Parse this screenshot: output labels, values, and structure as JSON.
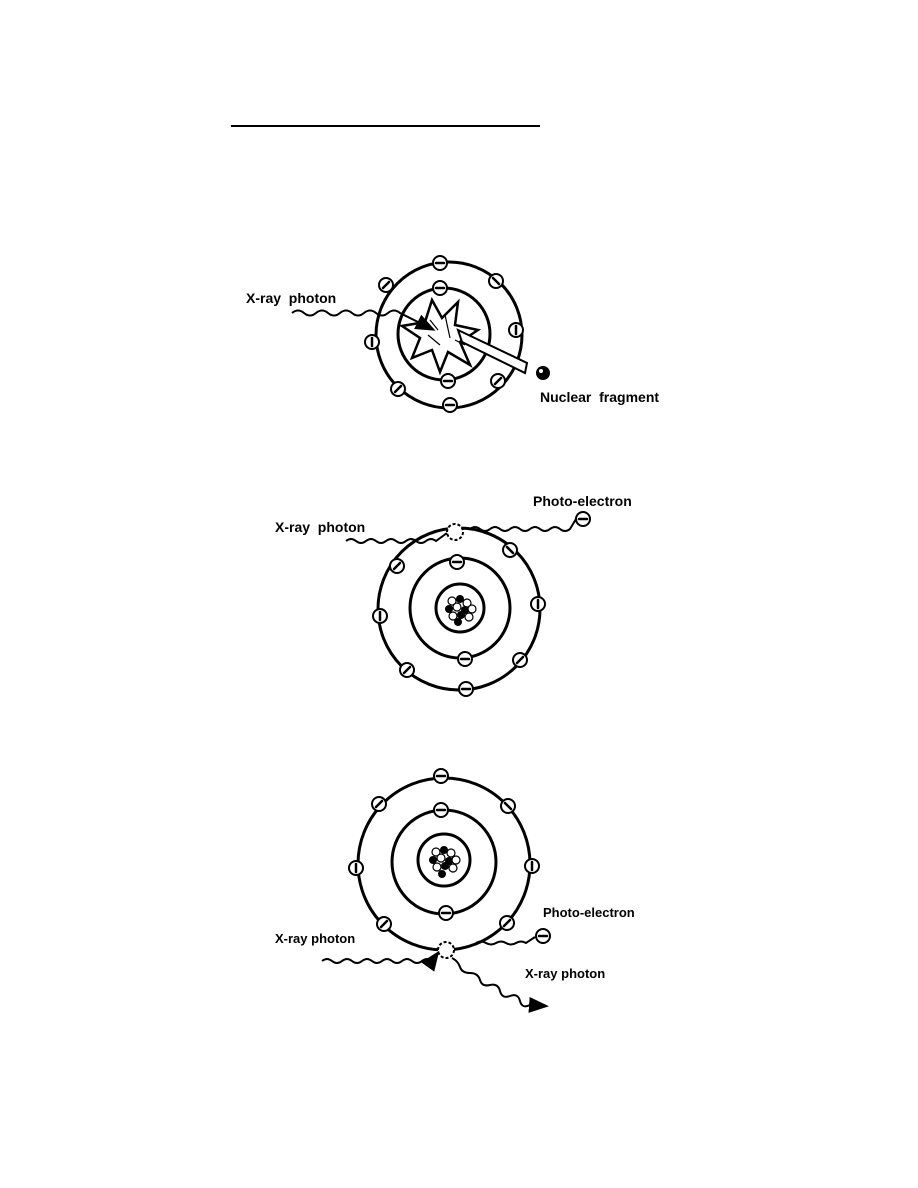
{
  "figure1": {
    "photon_label": "X-ray  photon",
    "fragment_label": "Nuclear  fragment"
  },
  "figure2": {
    "photon_label": "X-ray  photon",
    "photoelectron_label": "Photo-electron"
  },
  "figure3": {
    "photon_in_label": "X-ray photon",
    "photoelectron_label": "Photo-electron",
    "photon_out_label": "X-ray photon"
  },
  "icons": {
    "electron": "electron-icon",
    "nucleus": "nucleus-icon",
    "fragment": "nuclear-fragment-icon"
  }
}
